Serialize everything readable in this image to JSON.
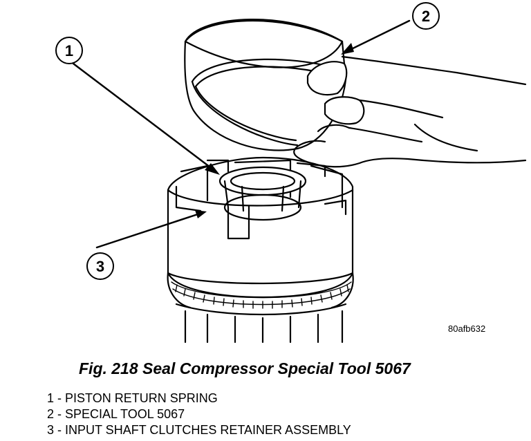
{
  "callouts": [
    {
      "num": "1"
    },
    {
      "num": "2"
    },
    {
      "num": "3"
    }
  ],
  "figure_code": "80afb632",
  "caption": "Fig. 218 Seal Compressor Special Tool 5067",
  "legend": [
    "1 - PISTON RETURN SPRING",
    "2 - SPECIAL TOOL 5067",
    "3 - INPUT SHAFT CLUTCHES RETAINER ASSEMBLY"
  ]
}
